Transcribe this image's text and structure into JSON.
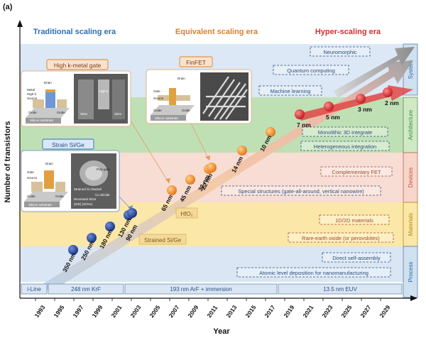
{
  "panel_label": "(a)",
  "eras": [
    {
      "label": "Traditional scaling era",
      "color": "#2e6fb5"
    },
    {
      "label": "Equivalent scaling era",
      "color": "#d9822b"
    },
    {
      "label": "Hyper-scaling era",
      "color": "#d32f2f"
    }
  ],
  "y_axis_label": "Number of transistors",
  "x_axis_label": "Year",
  "years": [
    "1993",
    "1995",
    "1997",
    "1999",
    "2001",
    "2003",
    "2005",
    "2007",
    "2009",
    "2011",
    "2013",
    "2015",
    "2017",
    "2019",
    "2021",
    "2023",
    "2025",
    "2027",
    "2029"
  ],
  "bands": [
    {
      "label": "System",
      "color": "#dce8f5",
      "tab_color": "#cfe0f0",
      "text_color": "#2b66a8"
    },
    {
      "label": "Architecture",
      "color": "#bfe0b4",
      "tab_color": "#cfe9c5",
      "text_color": "#3c8a3c"
    },
    {
      "label": "Devices",
      "color": "#f8ddd5",
      "tab_color": "#f7d5cb",
      "text_color": "#c0563a"
    },
    {
      "label": "Materials",
      "color": "#fbe7a8",
      "tab_color": "#fbe7a8",
      "text_color": "#b58a1a"
    },
    {
      "label": "Process",
      "color": "#dae6f3",
      "tab_color": "#cfe0f0",
      "text_color": "#2b66a8"
    }
  ],
  "nodes": [
    {
      "label": "350 nm",
      "era": "traditional"
    },
    {
      "label": "250 nm",
      "era": "traditional"
    },
    {
      "label": "180 nm",
      "era": "traditional"
    },
    {
      "label": "130 nm",
      "era": "traditional"
    },
    {
      "label": "90 nm",
      "era": "traditional"
    },
    {
      "label": "65 nm",
      "era": "equivalent"
    },
    {
      "label": "45 nm",
      "era": "equivalent"
    },
    {
      "label": "32 nm",
      "era": "equivalent"
    },
    {
      "label": "22 nm",
      "era": "equivalent"
    },
    {
      "label": "14 nm",
      "era": "equivalent"
    },
    {
      "label": "10 nm",
      "era": "equivalent"
    },
    {
      "label": "7 nm",
      "era": "hyper"
    },
    {
      "label": "5 nm",
      "era": "hyper"
    },
    {
      "label": "3 nm",
      "era": "hyper"
    },
    {
      "label": "2 nm",
      "era": "hyper"
    }
  ],
  "node_colors": {
    "traditional": "#1f3f9a",
    "equivalent": "#ef8a24",
    "hyper": "#d9252a"
  },
  "tech_labels": [
    {
      "label": "High k-metal gate",
      "style": "orange"
    },
    {
      "label": "FinFET",
      "style": "orange"
    },
    {
      "label": "Strain Si/Ge",
      "style": "blue"
    },
    {
      "label": "HfO₂",
      "style": "plain"
    },
    {
      "label": "Strained Si/Ge",
      "style": "plain"
    }
  ],
  "system_items": [
    "Neuromorphic",
    "Quantum computing",
    "Machine learning"
  ],
  "architecture_items": [
    "Monolithic 3D integrate",
    "Heterogeneous integration"
  ],
  "device_items": [
    "Complementary FET",
    "Special structures (gate-all-around, vertical nanowire)"
  ],
  "material_items": [
    "1D/2D materials",
    "Rare-earth oxide (or perovskites)"
  ],
  "process_items": [
    "Direct self-assembly",
    "Atomic level deposition for nanomanufacturing"
  ],
  "lithography": [
    "i-Line",
    "248 nm KrF",
    "193 nm ArF + immersion",
    "13.5 nm EUV"
  ],
  "schematics": {
    "hkmg": {
      "drain": "Drain",
      "metal": "Metal",
      "high_k": "High-k",
      "source": "Source",
      "oxide1": "Oxide",
      "oxide2": "Oxide",
      "substrate": "Silicon substrate",
      "tem1": "High k",
      "tem2": "SiGe",
      "tem3": "SiGe"
    },
    "finfet": {
      "drain": "Drain",
      "gate": "Gate",
      "source": "Source",
      "oxide1": "Oxide",
      "oxide2": "Oxide",
      "substrate": "Silicon substrate"
    },
    "strain": {
      "drain": "Drain",
      "gate": "Gate",
      "source": "Source",
      "oxide1": "Oxide",
      "oxide2": "Oxide",
      "substrate": "Silicon substrate",
      "tem1": "Poly gate",
      "tem2": "Strained Si channel",
      "tem3": "Co silicide",
      "tem4": "Recessed SiGe",
      "tem5": "(S/D) (Si/Ge)"
    }
  }
}
